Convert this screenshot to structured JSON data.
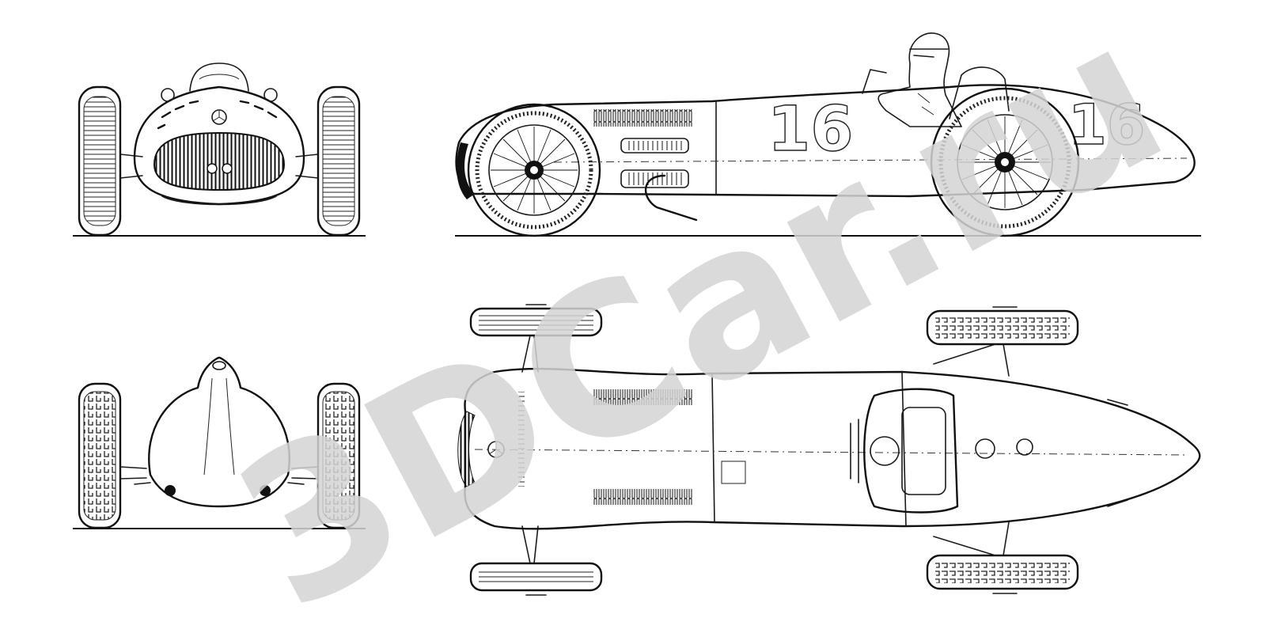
{
  "drawing": {
    "car_number": "16",
    "car_number_tail": "16"
  },
  "watermark": {
    "text": "3DCar.ru"
  },
  "views": [
    {
      "name": "front-view"
    },
    {
      "name": "side-view"
    },
    {
      "name": "rear-view"
    },
    {
      "name": "top-view"
    }
  ]
}
